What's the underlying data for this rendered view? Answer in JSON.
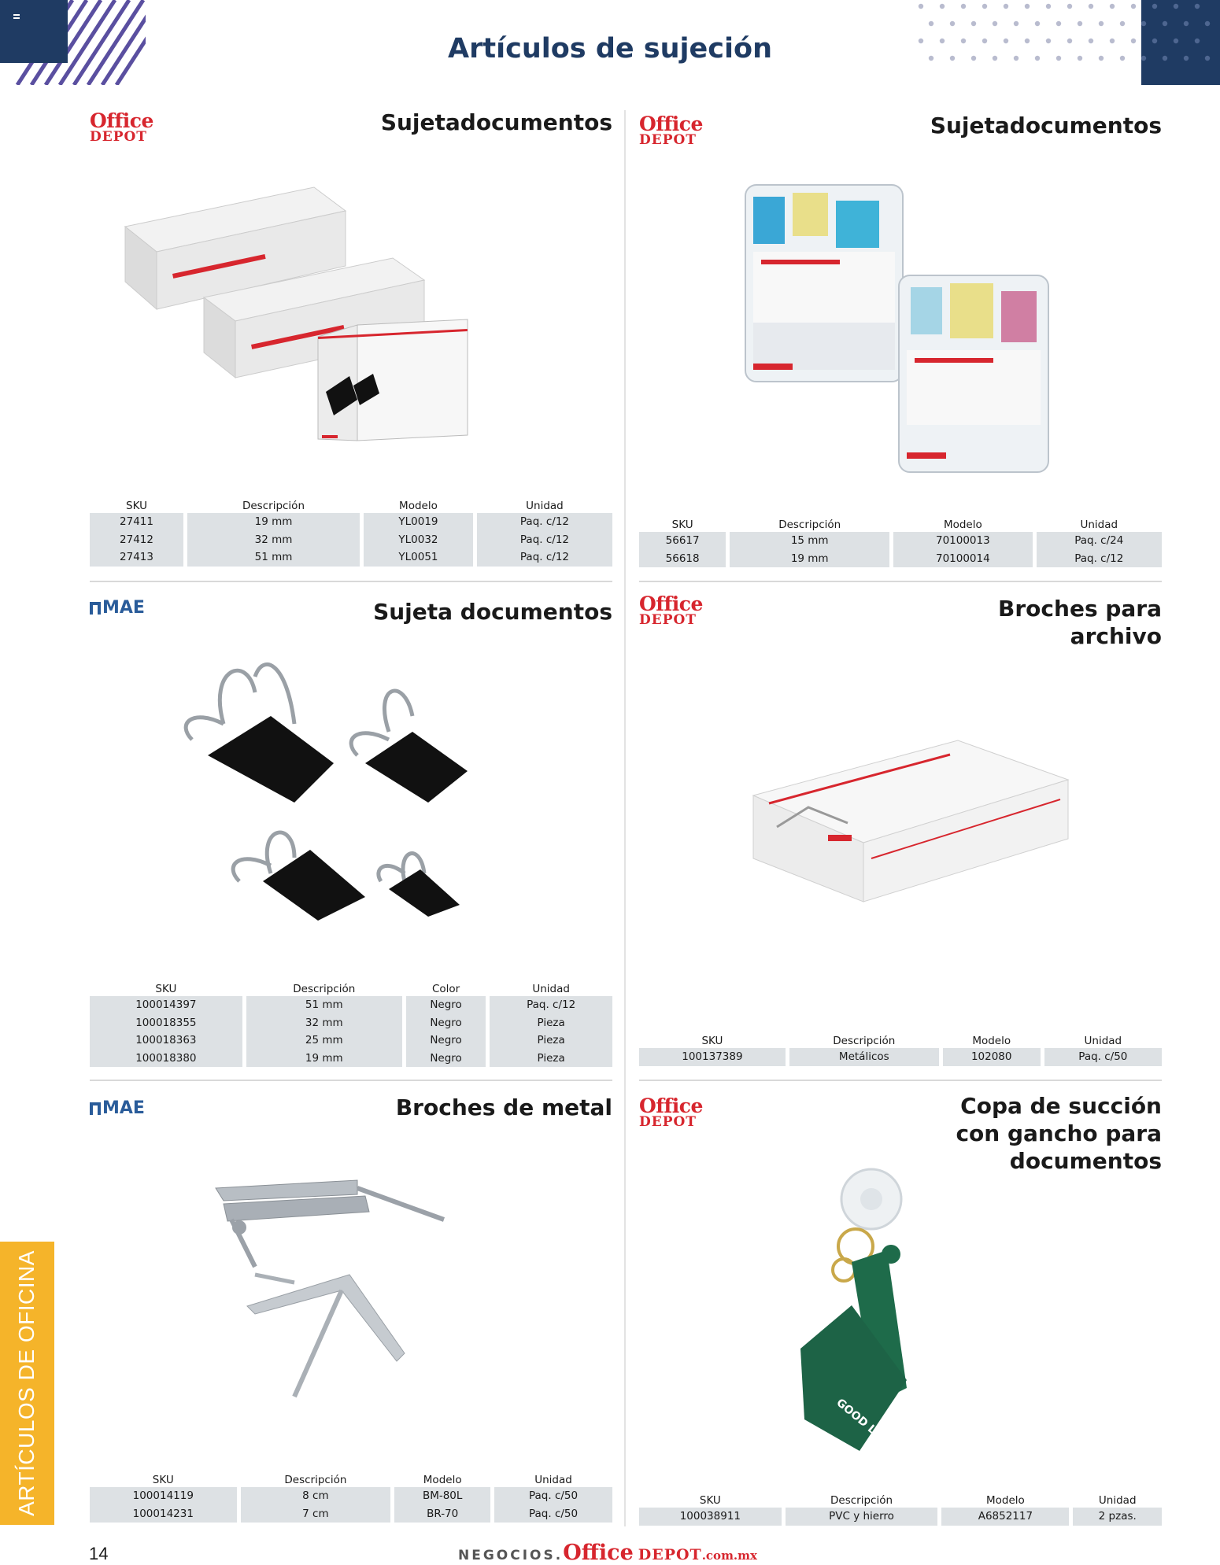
{
  "page": {
    "title": "Artículos de sujeción",
    "number": "14",
    "side_tab": "ARTÍCULOS DE OFICINA",
    "colors": {
      "title": "#1f3b63",
      "tab": "#f5b42a",
      "brand_red": "#d7262e",
      "table_bg": "#dde1e4"
    }
  },
  "footer": {
    "prefix": "NEGOCIOS.",
    "brand1": "Office",
    "brand2": "DEPOT",
    "suffix": ".com.mx"
  },
  "brands": {
    "officedepot": {
      "line1": "Office",
      "line2": "DEPOT"
    },
    "mae": {
      "text": "MAE"
    }
  },
  "products": [
    {
      "brand": "officedepot",
      "title": "Sujetadocumentos",
      "image": "binder-clip-boxes",
      "headers": [
        "SKU",
        "Descripción",
        "Modelo",
        "Unidad"
      ],
      "rows": [
        [
          "27411",
          "19 mm",
          "YL0019",
          "Paq. c/12"
        ],
        [
          "27412",
          "32 mm",
          "YL0032",
          "Paq. c/12"
        ],
        [
          "27413",
          "51 mm",
          "YL0051",
          "Paq. c/12"
        ]
      ]
    },
    {
      "brand": "officedepot",
      "title": "Sujetadocumentos",
      "image": "colored-binder-clips-cases",
      "headers": [
        "SKU",
        "Descripción",
        "Modelo",
        "Unidad"
      ],
      "rows": [
        [
          "56617",
          "15 mm",
          "70100013",
          "Paq. c/24"
        ],
        [
          "56618",
          "19 mm",
          "70100014",
          "Paq. c/12"
        ]
      ]
    },
    {
      "brand": "mae",
      "title": "Sujeta documentos",
      "image": "black-binder-clips",
      "headers": [
        "SKU",
        "Descripción",
        "Color",
        "Unidad"
      ],
      "rows": [
        [
          "100014397",
          "51 mm",
          "Negro",
          "Paq. c/12"
        ],
        [
          "100018355",
          "32 mm",
          "Negro",
          "Pieza"
        ],
        [
          "100018363",
          "25 mm",
          "Negro",
          "Pieza"
        ],
        [
          "100018380",
          "19 mm",
          "Negro",
          "Pieza"
        ]
      ]
    },
    {
      "brand": "officedepot",
      "title_lines": [
        "Broches para",
        "archivo"
      ],
      "image": "fastener-box",
      "headers": [
        "SKU",
        "Descripción",
        "Modelo",
        "Unidad"
      ],
      "rows": [
        [
          "100137389",
          "Metálicos",
          "102080",
          "Paq. c/50"
        ]
      ]
    },
    {
      "brand": "mae",
      "title": "Broches de metal",
      "image": "metal-fasteners",
      "headers": [
        "SKU",
        "Descripción",
        "Modelo",
        "Unidad"
      ],
      "rows": [
        [
          "100014119",
          "8 cm",
          "BM-80L",
          "Paq. c/50"
        ],
        [
          "100014231",
          "7 cm",
          "BR-70",
          "Paq. c/50"
        ]
      ]
    },
    {
      "brand": "officedepot",
      "title_lines": [
        "Copa de succión",
        "con gancho para",
        "documentos"
      ],
      "image": "suction-cup-hook",
      "headers": [
        "SKU",
        "Descripción",
        "Modelo",
        "Unidad"
      ],
      "rows": [
        [
          "100038911",
          "PVC y hierro",
          "A6852117",
          "2 pzas."
        ]
      ]
    }
  ]
}
